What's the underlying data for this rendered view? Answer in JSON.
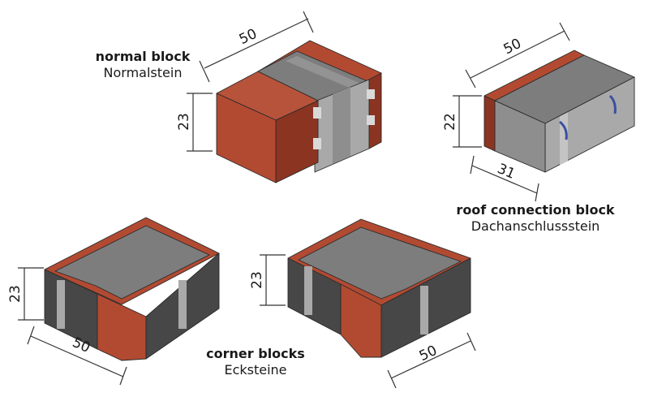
{
  "colors": {
    "brick_light": "#b24a32",
    "brick_dark": "#8c3422",
    "brick_mid": "#a0402a",
    "gray_top": "#7d7d7d",
    "gray_light": "#a9a9a9",
    "gray_mid": "#8e8e8e",
    "gray_dark": "#474747",
    "insulation": "#3a4fa0"
  },
  "normal_block": {
    "label_bold": "normal block",
    "label_de": "Normalstein",
    "dim_length": "50",
    "dim_height": "23"
  },
  "roof_block": {
    "label_bold": "roof connection block",
    "label_de": "Dachanschlussstein",
    "dim_length": "50",
    "dim_height": "22",
    "dim_depth": "31"
  },
  "corner_blocks": {
    "label_bold": "corner blocks",
    "label_de": "Ecksteine",
    "left": {
      "dim_height": "23",
      "dim_length": "50"
    },
    "right": {
      "dim_height": "23",
      "dim_length": "50"
    }
  }
}
